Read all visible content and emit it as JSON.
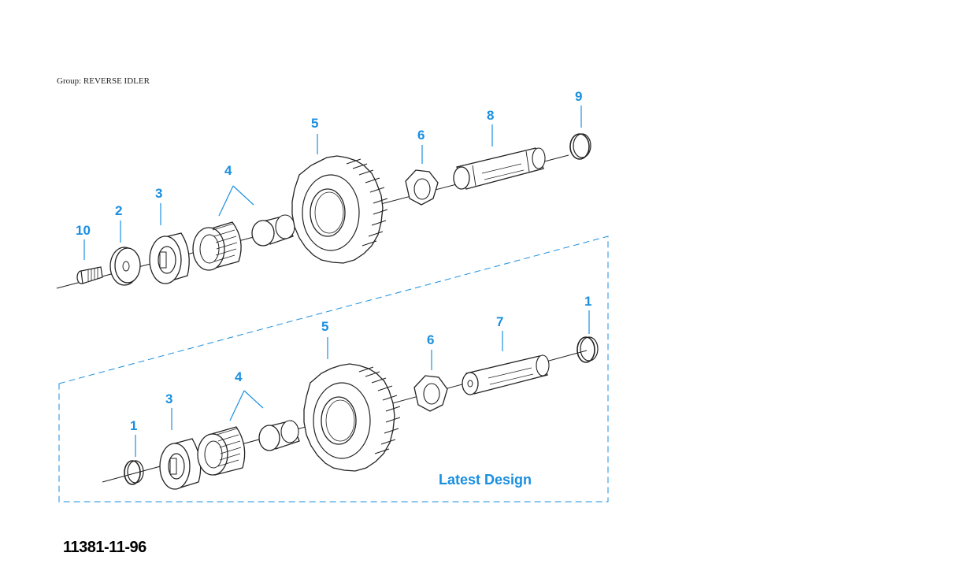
{
  "header": {
    "group_label": "Group: REVERSE IDLER"
  },
  "figure": {
    "id": "11381-11-96"
  },
  "colors": {
    "callout": "#1a8fe0",
    "line": "#222222",
    "frame": "#1a8fe0"
  },
  "callouts_top": [
    "10",
    "2",
    "3",
    "4",
    "5",
    "6",
    "8",
    "9"
  ],
  "callouts_bottom": [
    "1",
    "3",
    "4",
    "5",
    "6",
    "7",
    "1"
  ],
  "bottom_variant": {
    "label": "Latest Design"
  }
}
